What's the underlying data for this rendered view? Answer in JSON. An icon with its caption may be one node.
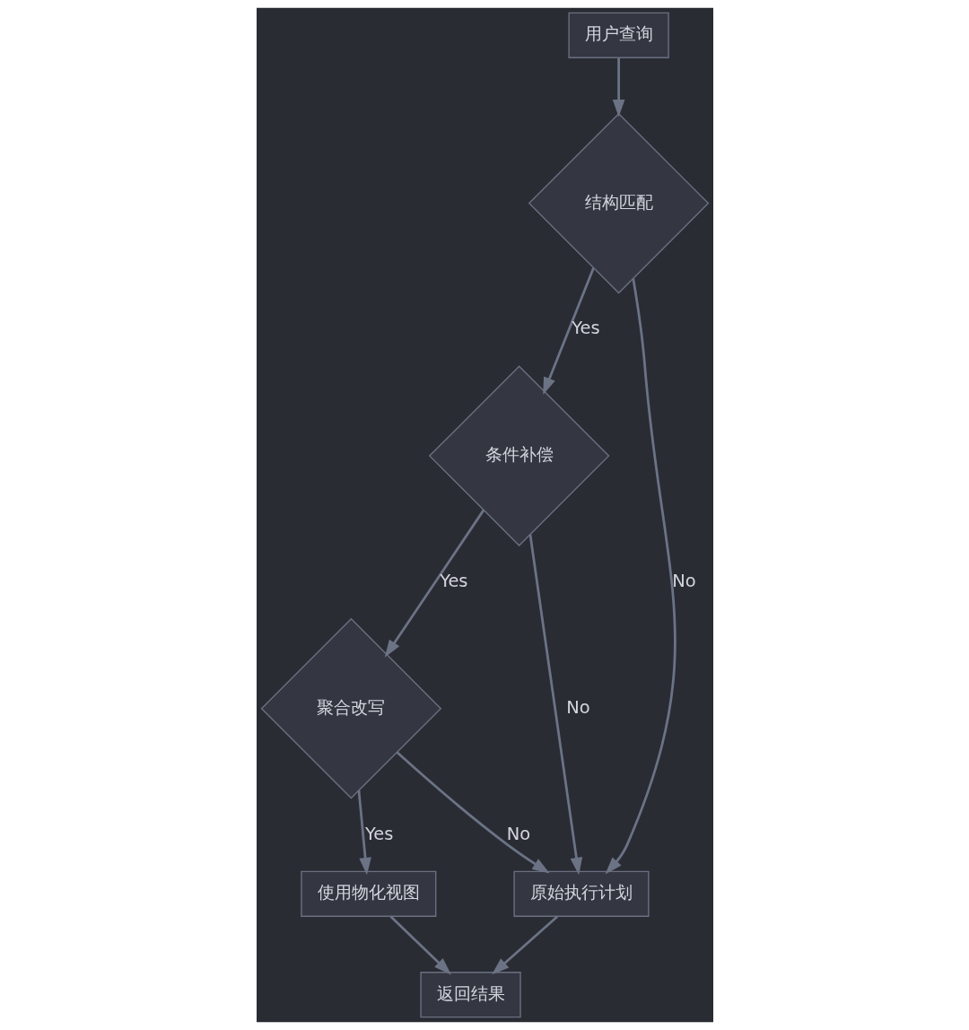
{
  "diagram": {
    "nodes": [
      {
        "text": [
          "用户查询"
        ]
      },
      {
        "text": [
          "结构匹配"
        ]
      },
      {
        "text": [
          "条件补偿"
        ]
      },
      {
        "text": [
          "聚合改写"
        ]
      },
      {
        "text": [
          "使用物化视图"
        ]
      },
      {
        "text": [
          "原始执行计划"
        ]
      },
      {
        "text": [
          "返回结果"
        ]
      }
    ],
    "edges": [
      {
        "from": 0,
        "to": 1,
        "arrow": "to"
      },
      {
        "from": 1,
        "to": 2,
        "arrow": "to",
        "label": "Yes"
      },
      {
        "from": 1,
        "to": 5,
        "arrow": "to",
        "label": "No"
      },
      {
        "from": 2,
        "to": 3,
        "arrow": "to",
        "label": "Yes"
      },
      {
        "from": 2,
        "to": 5,
        "arrow": "to",
        "label": "No"
      },
      {
        "from": 3,
        "to": 4,
        "arrow": "to",
        "label": "Yes"
      },
      {
        "from": 3,
        "to": 5,
        "arrow": "to",
        "label": "No"
      },
      {
        "from": 4,
        "to": 6,
        "arrow": "to"
      },
      {
        "from": 5,
        "to": 6,
        "arrow": "to"
      }
    ]
  }
}
